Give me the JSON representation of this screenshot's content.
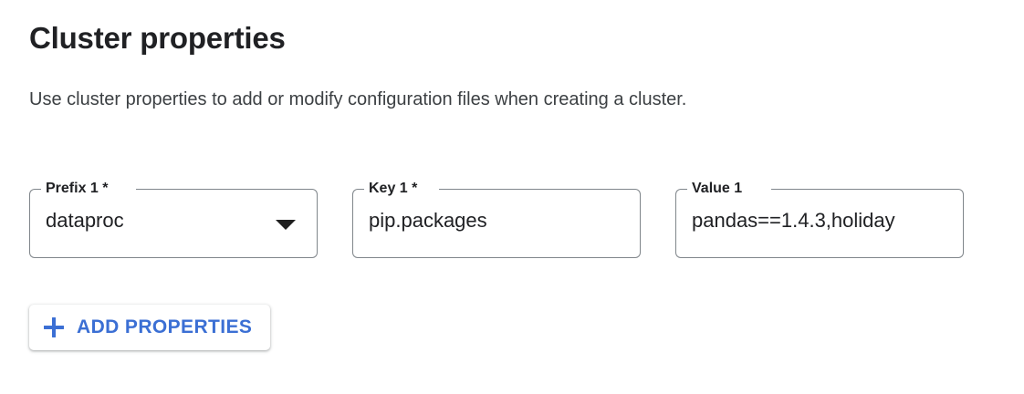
{
  "section": {
    "title": "Cluster properties",
    "description": "Use cluster properties to add or modify configuration files when creating a cluster."
  },
  "fields": [
    {
      "name": "prefix",
      "label": "Prefix 1 *",
      "value": "dataproc",
      "placeholder": "",
      "control": "select",
      "icon": "chevron-down-icon",
      "required": true
    },
    {
      "name": "key",
      "label": "Key 1 *",
      "value": "pip.packages",
      "placeholder": "",
      "control": "text",
      "required": true
    },
    {
      "name": "value",
      "label": "Value 1",
      "value": "pandas==1.4.3,holiday",
      "placeholder": "",
      "control": "text",
      "required": false
    }
  ],
  "add_button": {
    "label": "ADD PROPERTIES",
    "icon": "plus-icon"
  },
  "colors": {
    "accent_blue": "#3b6fd4",
    "text_primary": "#202124",
    "text_secondary": "#3c4043",
    "field_border": "#80868b",
    "background": "#ffffff"
  }
}
